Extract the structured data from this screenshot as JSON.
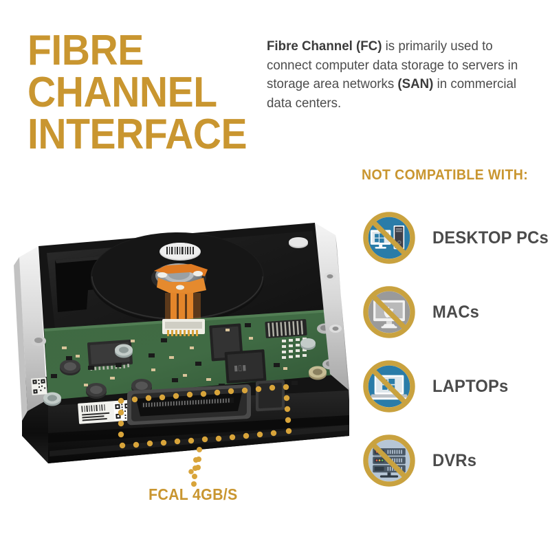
{
  "headline": {
    "lines": [
      "FIBRE",
      "CHANNEL",
      "INTERFACE"
    ],
    "color": "#c99630"
  },
  "intro": {
    "segments": [
      {
        "text": "Fibre Channel (FC)",
        "bold": true
      },
      {
        "text": " is primarily used to connect computer data storage to servers in storage area networks ",
        "bold": false
      },
      {
        "text": "(SAN)",
        "bold": true
      },
      {
        "text": " in commercial data centers.",
        "bold": false
      }
    ],
    "full_text": "Fibre Channel (FC) is primarily used to connect computer data storage to servers in storage area networks (SAN) in commercial data centers.",
    "color": "#4c4c4c"
  },
  "compatibility": {
    "heading": "NOT COMPATIBLE WITH:",
    "heading_color": "#c99630",
    "ring_color": "#c9a23f",
    "slash_color": "#c9a23f",
    "label_color": "#4b4b4b",
    "items": [
      {
        "label": "DESKTOP PCs",
        "icon": "desktop-pc-icon",
        "circle_color": "#2a7ca8",
        "device_color": "#ffffff",
        "accent_color": "#3f3f47"
      },
      {
        "label": "MACs",
        "icon": "mac-computer-icon",
        "circle_color": "#9a9a9a",
        "device_color": "#f2f2f2",
        "accent_color": "#7e7e7e"
      },
      {
        "label": "LAPTOPs",
        "icon": "laptop-icon",
        "circle_color": "#2a7ca8",
        "device_color": "#ffffff",
        "accent_color": "#bcc2c7"
      },
      {
        "label": "DVRs",
        "icon": "dvr-server-icon",
        "circle_color": "#b6c6d6",
        "device_color": "#4a5866",
        "accent_color": "#2f3a45"
      }
    ]
  },
  "product": {
    "image_name": "hard-disk-drive-photo",
    "callout_label": "FCAL 4GB/S",
    "callout_color": "#c99630",
    "highlight_style": "dotted-rectangle",
    "connector_name": "fibre-channel-sca-connector"
  },
  "palette": {
    "gold": "#c99630",
    "ring_gold": "#c9a23f",
    "body_gray": "#4c4c4c",
    "label_gray": "#4b4b4b",
    "blue": "#2a7ca8",
    "background": "#ffffff"
  }
}
